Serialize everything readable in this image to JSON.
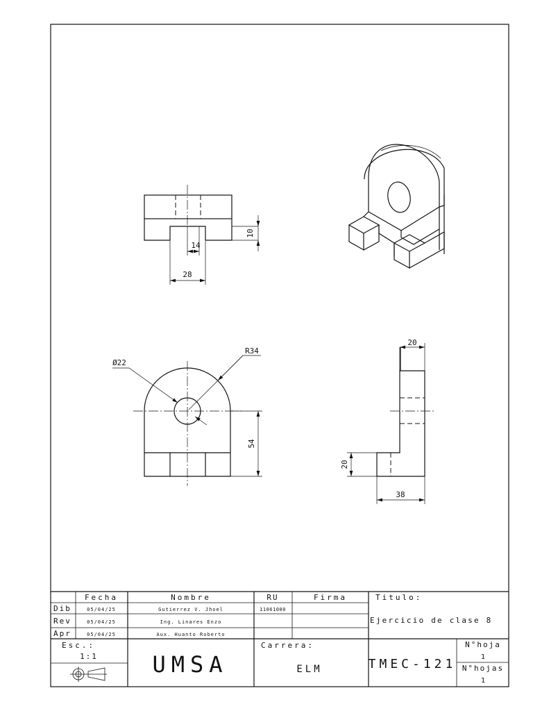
{
  "drawing": {
    "dimensions": {
      "top_height": "10",
      "top_slot_width": "14",
      "top_overall_width": "28",
      "front_hole_diameter": "Ø22",
      "front_radius": "R34",
      "front_height": "54",
      "side_top_width": "20",
      "side_base_height": "20",
      "side_depth": "38"
    }
  },
  "title_block": {
    "headers": {
      "fecha": "Fecha",
      "nombre": "Nombre",
      "ru": "RU",
      "firma": "Firma"
    },
    "rows": [
      {
        "role": "Dib",
        "date": "05/04/25",
        "name": "Gutierrez V. Jhoel",
        "ru": "11061000"
      },
      {
        "role": "Rev",
        "date": "05/04/25",
        "name": "Ing. Linares Enzo",
        "ru": ""
      },
      {
        "role": "Apr",
        "date": "05/04/25",
        "name": "Aux. Huanto Roberto",
        "ru": ""
      }
    ],
    "titulo_label": "Titulo:",
    "titulo": "Ejercicio de clase 8",
    "escala_label": "Esc.:",
    "escala": "1:1",
    "projection_symbol": "first-angle-projection-icon",
    "institution": "UMSA",
    "carrera_label": "Carrera:",
    "carrera": "ELM",
    "code": "TMEC-121",
    "hoja_label": "N°hoja",
    "hoja": "1",
    "hojas_label": "N°hojas",
    "hojas": "1"
  }
}
